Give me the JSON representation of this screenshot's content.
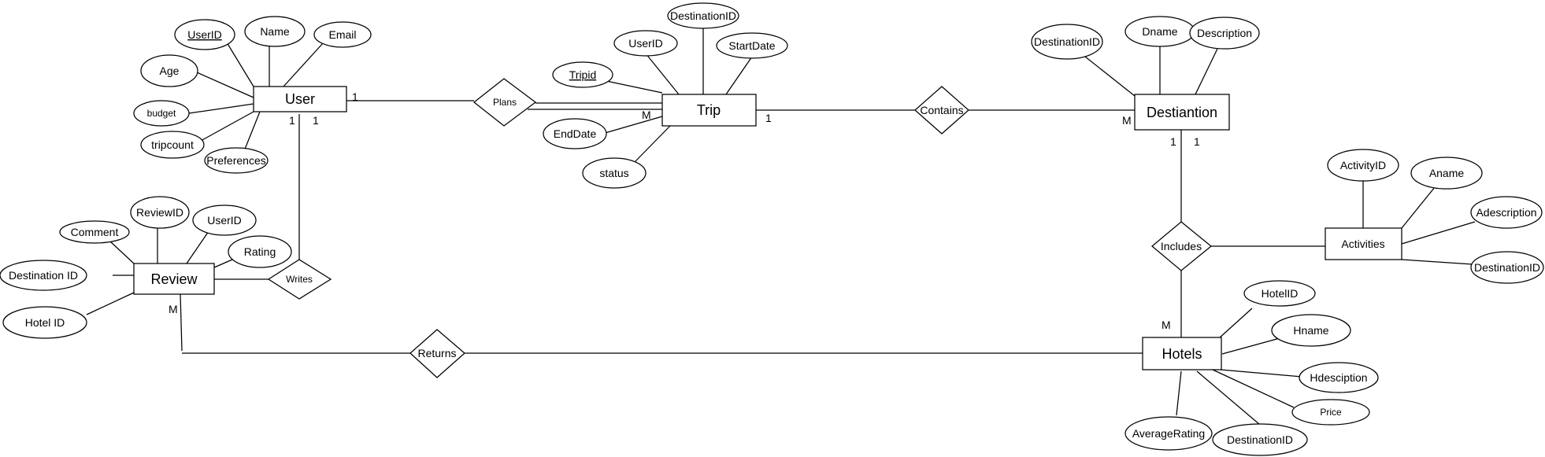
{
  "entities": {
    "user": "User",
    "trip": "Trip",
    "destination": "Destiantion",
    "review": "Review",
    "hotels": "Hotels",
    "activities": "Activities"
  },
  "relationships": {
    "plans": "Plans",
    "contains": "Contains",
    "writes": "Writes",
    "includes": "Includes",
    "returns": "Returns"
  },
  "attributes": {
    "user": {
      "userid": "UserID",
      "name": "Name",
      "email": "Email",
      "age": "Age",
      "budget": "budget",
      "tripcount": "tripcount",
      "preferences": "Preferences"
    },
    "trip": {
      "tripid": "Tripid",
      "userid": "UserID",
      "destinationid": "DestinationID",
      "startdate": "StartDate",
      "enddate": "EndDate",
      "status": "status"
    },
    "destination": {
      "destinationid": "DestinationID",
      "dname": "Dname",
      "description": "Description"
    },
    "review": {
      "comment": "Comment",
      "reviewid": "ReviewID",
      "userid": "UserID",
      "rating": "Rating",
      "destinationid": "Destination ID",
      "hotelid": "Hotel ID"
    },
    "activities": {
      "activityid": "ActivityID",
      "aname": "Aname",
      "adescription": "Adescription",
      "destinationid": "DestinationID"
    },
    "hotels": {
      "hotelid": "HotelID",
      "hname": "Hname",
      "hdescription": "Hdesciption",
      "price": "Price",
      "averagerating": "AverageRating",
      "destinationid": "DestinationID"
    }
  },
  "cardinalities": {
    "user_plans": "1",
    "trip_plans": "M",
    "trip_contains": "1",
    "destination_contains": "M",
    "user_writes_a": "1",
    "user_writes_b": "1",
    "review_returns": "M",
    "destination_includes_a": "1",
    "destination_includes_b": "1",
    "hotels_includes": "M"
  }
}
